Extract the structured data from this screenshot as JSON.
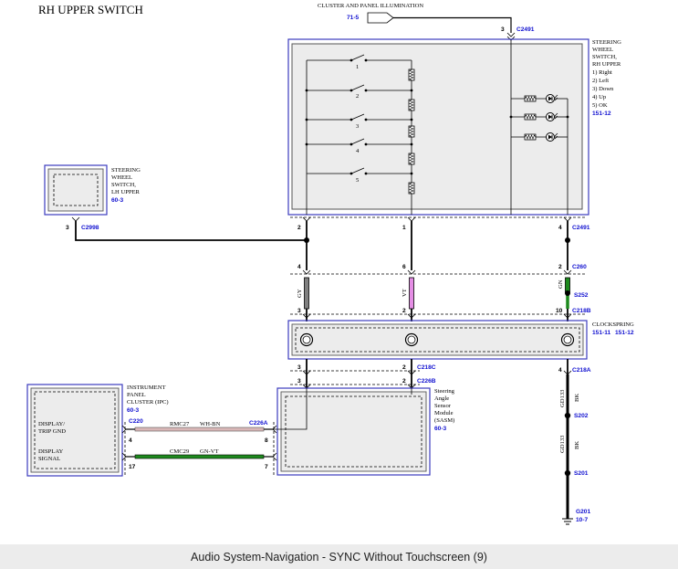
{
  "title": "RH UPPER SWITCH",
  "caption": "Audio System-Navigation - SYNC Without Touchscreen (9)",
  "colors": {
    "module_border": "#3b3bbd",
    "wire_black": "#000000",
    "wire_gy": "#808080",
    "wire_vt": "#e58ee5",
    "wire_gn": "#1e8a1e",
    "wire_wh_bn": "#d9b7b7",
    "wire_gn_vt": "#1e8a1e",
    "ref_text": "#1010d0"
  },
  "illumination": {
    "label": "CLUSTER AND PANEL ILLUMINATION",
    "ref": "71-5"
  },
  "rh_switch": {
    "name": [
      "STEERING",
      "WHEEL",
      "SWITCH,",
      "RH UPPER"
    ],
    "functions": [
      "1) Right",
      "2) Left",
      "3) Down",
      "4) Up",
      "5) OK"
    ],
    "ref": "151-12",
    "switch_numbers": [
      "1",
      "2",
      "3",
      "4",
      "5"
    ]
  },
  "lh_switch": {
    "name": [
      "STEERING",
      "WHEEL",
      "SWITCH,",
      "LH UPPER"
    ],
    "ref": "60-3"
  },
  "clockspring": {
    "label": "CLOCKSPRING",
    "ref1": "151-11",
    "ref2": "151-12"
  },
  "sasm": {
    "name": [
      "Steering",
      "Angle",
      "Sensor",
      "Module",
      "(SASM)"
    ],
    "ref": "60-3"
  },
  "ipc": {
    "name": [
      "INSTRUMENT",
      "PANEL",
      "CLUSTER (IPC)"
    ],
    "ref": "60-3",
    "pin_labels": [
      "DISPLAY/",
      "TRIP GND",
      "DISPLAY",
      "SIGNAL"
    ]
  },
  "connectors": {
    "c2491": "C2491",
    "c2998": "C2998",
    "c260": "C260",
    "s252": "S252",
    "c218b": "C218B",
    "c218a": "C218A",
    "c218c": "C218C",
    "c226b": "C226B",
    "c226a": "C226A",
    "c220": "C220",
    "s202": "S202",
    "s201": "S201",
    "g201": "G201",
    "g201_ref": "10-7"
  },
  "pins": {
    "c2491_top": "3",
    "c2998": "3",
    "c2491_left": "2",
    "c2491_mid": "1",
    "c2491_right": "4",
    "c260_left": "4",
    "c260_mid": "6",
    "c260_right": "2",
    "c218b_left": "3",
    "c218b_mid": "2",
    "c218b_right": "10",
    "c218a_right": "4",
    "c218c_left": "3",
    "c218c_mid": "2",
    "c226b_left": "3",
    "c226b_mid": "2",
    "c220_top": "4",
    "c220_bot": "17",
    "c226a_top": "8",
    "c226a_bot": "7"
  },
  "wires": {
    "gy": "GY",
    "vt": "VT",
    "gn": "GN",
    "gd133_a": "GD133",
    "bk_a": "BK",
    "gd133_b": "GD133",
    "bk_b": "BK",
    "rmc27": "RMC27",
    "wh_bn": "WH-BN",
    "cmc29": "CMC29",
    "gn_vt": "GN-VT"
  }
}
